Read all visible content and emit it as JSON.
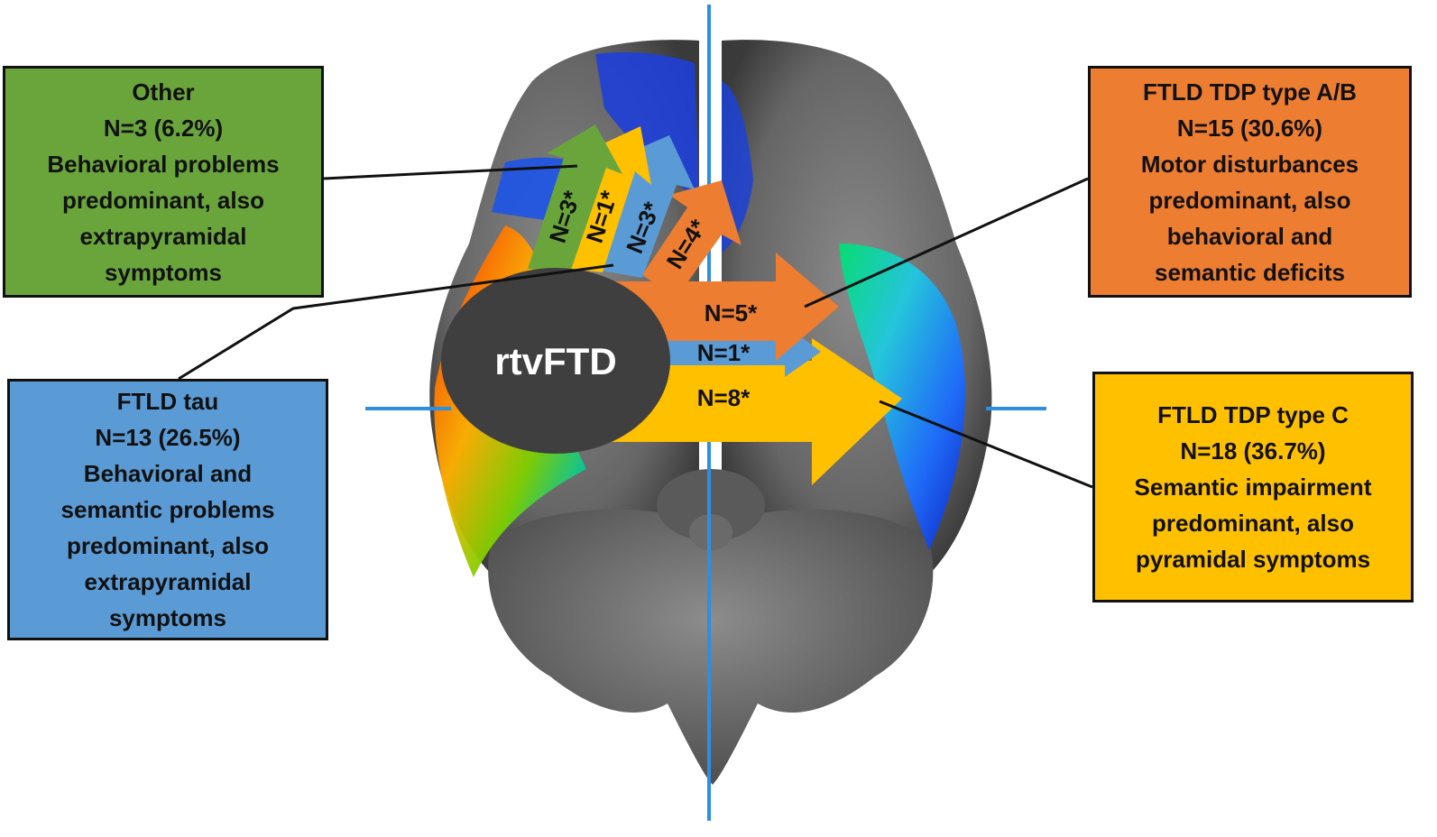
{
  "colors": {
    "other": "#6aa53c",
    "tau": "#5b9bd5",
    "tdp_ab": "#ed7d31",
    "tdp_c": "#ffc000",
    "center": "#3f3f3f",
    "axis": "#2e8fe0",
    "brain": "#7a7a7a"
  },
  "center": {
    "label": "rtvFTD"
  },
  "boxes": {
    "other": {
      "title": "Other",
      "n": "N=3 (6.2%)",
      "desc": [
        "Behavioral problems",
        "predominant, also",
        "extrapyramidal",
        "symptoms"
      ]
    },
    "tdp_ab": {
      "title": "FTLD TDP type A/B",
      "n": "N=15 (30.6%)",
      "desc": [
        "Motor disturbances",
        "predominant, also",
        "behavioral and",
        "semantic deficits"
      ]
    },
    "tau": {
      "title": "FTLD tau",
      "n": "N=13 (26.5%)",
      "desc": [
        "Behavioral and",
        "semantic problems",
        "predominant, also",
        "extrapyramidal",
        "symptoms"
      ]
    },
    "tdp_c": {
      "title": "FTLD TDP type C",
      "n": "N=18 (36.7%)",
      "desc": [
        "Semantic impairment",
        "predominant, also",
        "pyramidal symptoms"
      ]
    }
  },
  "arrows": {
    "up_other": "N=3*",
    "up_tdp_c": "N=1*",
    "up_tau": "N=3*",
    "up_tdp_ab": "N=4*",
    "right_tdp_ab": "N=5*",
    "right_tau": "N=1*",
    "right_tdp_c": "N=8*"
  }
}
